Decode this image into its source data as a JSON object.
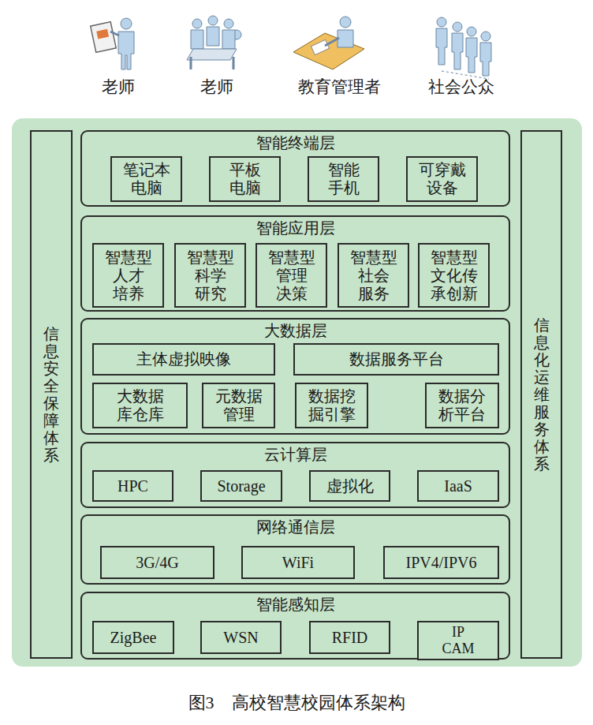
{
  "diagram": {
    "caption": "图3　高校智慧校园体系架构",
    "nodes": [
      {
        "text": [
          "信息安全保障体系"
        ]
      },
      {
        "text": [
          "智能终端层"
        ]
      },
      {
        "text": [
          "笔记本 电脑"
        ],
        "in": 1
      },
      {
        "text": [
          "平板 电脑"
        ],
        "in": 1
      },
      {
        "text": [
          "智能 手机"
        ],
        "in": 1
      },
      {
        "text": [
          "可穿戴 设备"
        ],
        "in": 1
      },
      {
        "text": [
          "智能应用层"
        ]
      },
      {
        "text": [
          "智慧型 人才 培养"
        ],
        "in": 6
      },
      {
        "text": [
          "智慧型 科学 研究"
        ],
        "in": 6
      },
      {
        "text": [
          "智慧型 管理 决策"
        ],
        "in": 6
      },
      {
        "text": [
          "智慧型 社会 服务"
        ],
        "in": 6
      },
      {
        "text": [
          "智慧型 文化传 承创新"
        ],
        "in": 6
      },
      {
        "text": [
          "大数据层"
        ]
      },
      {
        "text": [
          "主体虚拟映像"
        ],
        "in": 12
      },
      {
        "text": [
          "数据服务平台"
        ],
        "in": 12
      },
      {
        "text": [
          "大数据 库仓库"
        ],
        "in": 12
      },
      {
        "text": [
          "元数据 管理"
        ],
        "in": 12
      },
      {
        "text": [
          "数据挖 掘引擎"
        ],
        "in": 12
      },
      {
        "text": [
          "数据分 析平台"
        ],
        "in": 12
      },
      {
        "text": [
          "云计算层"
        ]
      },
      {
        "text": [
          "HPC"
        ],
        "in": 19
      },
      {
        "text": [
          "Storage"
        ],
        "in": 19
      },
      {
        "text": [
          "虚拟化"
        ],
        "in": 19
      },
      {
        "text": [
          "IaaS"
        ],
        "in": 19
      },
      {
        "text": [
          "网络通信层"
        ]
      },
      {
        "text": [
          "3G/4G"
        ],
        "in": 24
      },
      {
        "text": [
          "WiFi"
        ],
        "in": 24
      },
      {
        "text": [
          "IPV4/IPV6"
        ],
        "in": 24
      },
      {
        "text": [
          "智能感知层"
        ]
      },
      {
        "text": [
          "ZigBee"
        ],
        "in": 28
      },
      {
        "text": [
          "WSN"
        ],
        "in": 28
      },
      {
        "text": [
          "RFID"
        ],
        "in": 28
      },
      {
        "text": [
          "IP CAM"
        ],
        "in": 28
      },
      {
        "text": [
          "信息化运维服务体系"
        ]
      }
    ],
    "labels": [
      "老师",
      "老师",
      "教育管理者",
      "社会公众"
    ]
  }
}
